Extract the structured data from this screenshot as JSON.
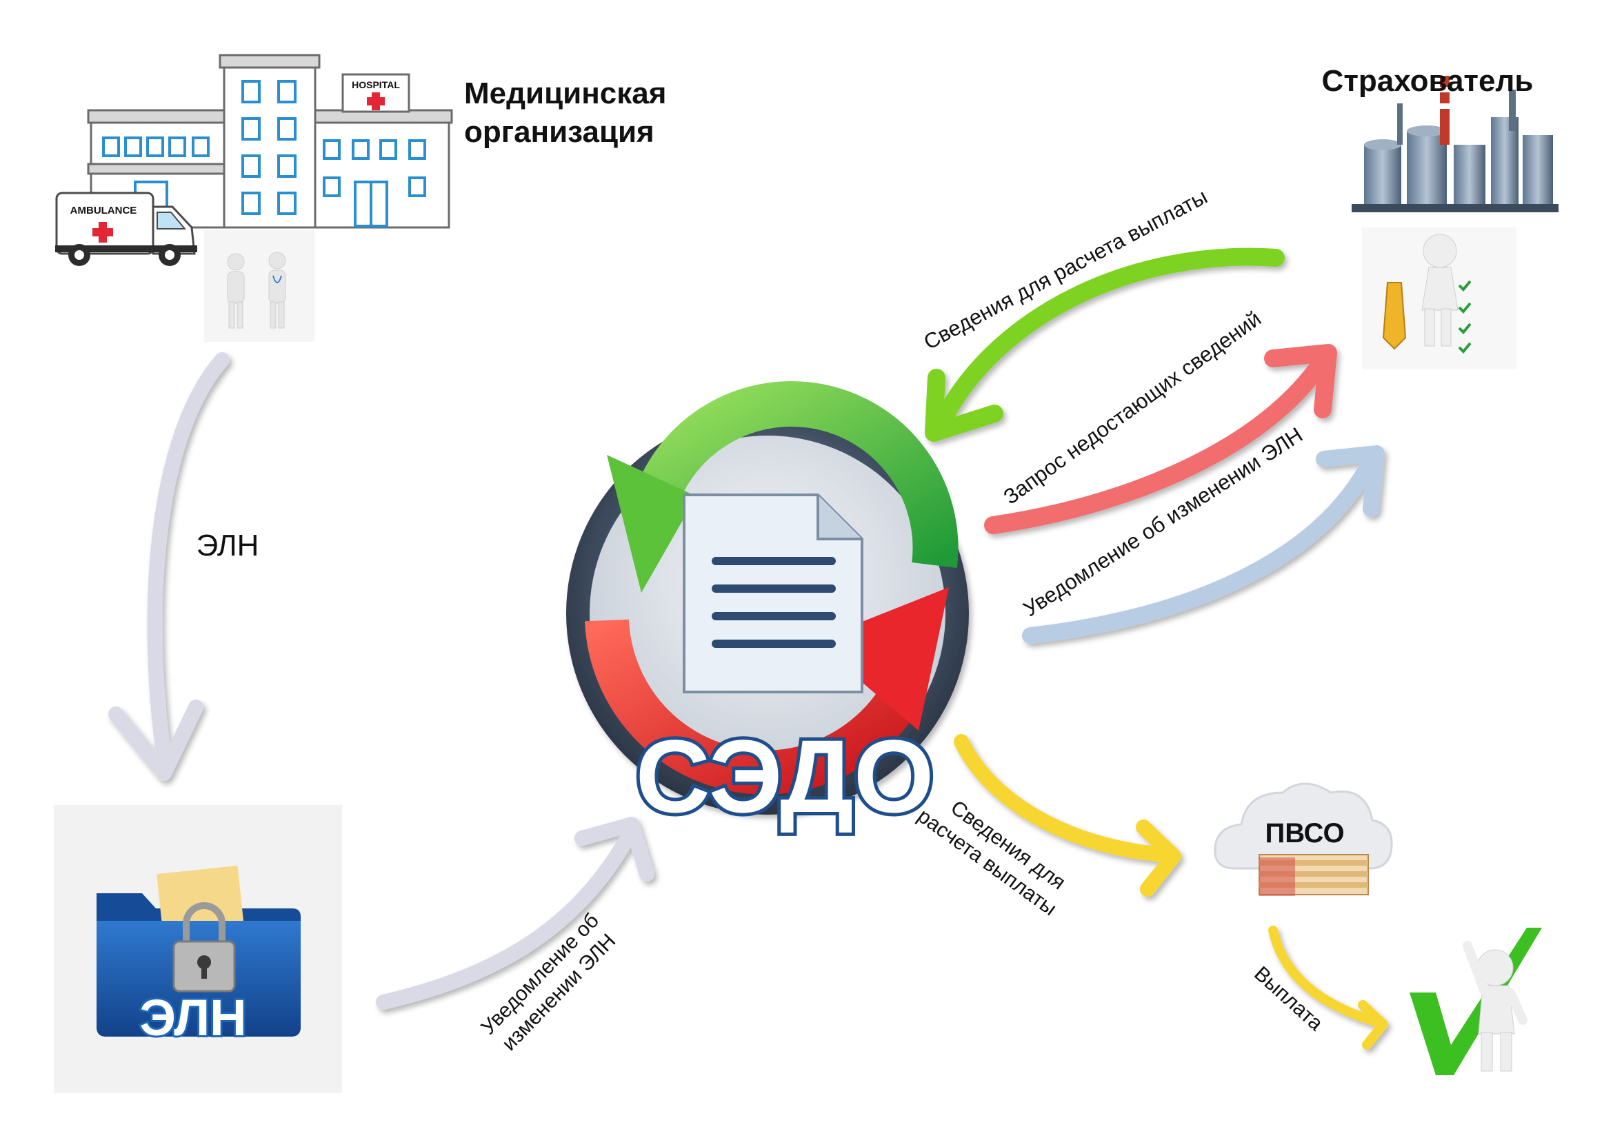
{
  "nodes": {
    "medical_org": {
      "line1": "Медицинская",
      "line2": "организация",
      "hospital_sign": "HOSPITAL",
      "ambulance_sign": "AMBULANCE"
    },
    "insurer": {
      "label": "Страхователь"
    },
    "sedo": {
      "label": "СЭДО"
    },
    "eln": {
      "label": "ЭЛН"
    },
    "psvo": {
      "label": "ПВСО"
    }
  },
  "edges": {
    "med_to_eln": {
      "label": "ЭЛН"
    },
    "eln_to_sedo": {
      "line1": "Уведомление об",
      "line2": "изменении ЭЛН"
    },
    "insurer_to_sedo": {
      "label": "Сведения для расчета выплаты"
    },
    "sedo_to_insurer_request": {
      "label": "Запрос недостающих сведений"
    },
    "sedo_to_insurer_notify": {
      "label": "Уведомление об изменении ЭЛН"
    },
    "sedo_to_psvo": {
      "line1": "Сведения для",
      "line2": "расчета выплаты"
    },
    "psvo_to_payee": {
      "label": "Выплата"
    }
  },
  "colors": {
    "arrow_gray": "#d9dae6",
    "arrow_green": "#7ed321",
    "arrow_red": "#f26d6d",
    "arrow_blue": "#b8cce4",
    "arrow_yellow": "#f7d633",
    "sedo_ring": "#3c4a5c",
    "sedo_green": "#39b54a",
    "sedo_red": "#e8262b",
    "folder_blue": "#1e5aa8",
    "eln_text": "#1a66b8"
  }
}
